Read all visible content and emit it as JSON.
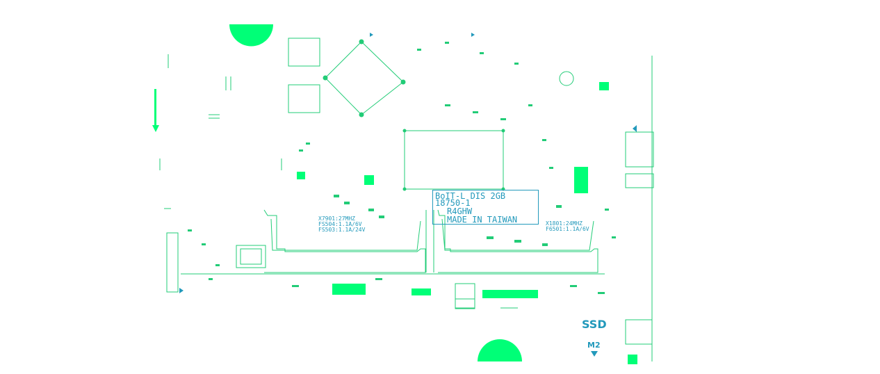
{
  "board": {
    "silkscreen_block": {
      "line1": "BoIT-L DIS 2GB",
      "line2": "18750-1",
      "line3": "R4GHW",
      "line4": "MADE IN TAIWAN"
    },
    "crystal_left": "X7901:27MHZ",
    "fuse_left_1": "FS504:1.1A/6V",
    "fuse_left_2": "FS503:1.1A/24V",
    "crystal_right": "X1801:24MHZ",
    "fuse_right": "F6501:1.1A/6V",
    "ssd_label": "SSD",
    "m2_label": "M2",
    "colors": {
      "copper": "#00ff77",
      "outline": "#22cc77",
      "silk": "#2299bb"
    }
  }
}
